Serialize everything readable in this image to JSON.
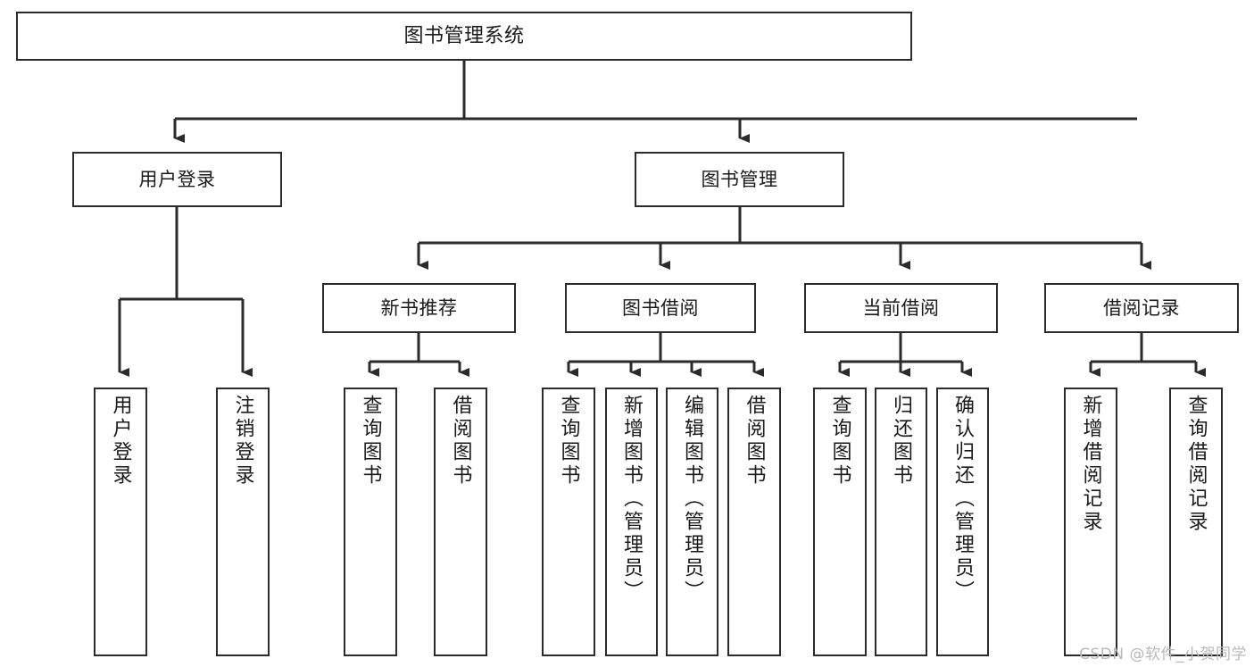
{
  "diagram": {
    "title": "图书管理系统",
    "type": "tree-hierarchy-chart",
    "watermark": "CSDN @软件_小贺同学",
    "colors": {
      "stroke": "#2b2b2b",
      "fill": "#ffffff",
      "text": "#1a1a1a",
      "watermark": "#b9b9b9"
    }
  },
  "nodes": {
    "root": {
      "label": "图书管理系统"
    },
    "level2": [
      {
        "label": "用户登录"
      },
      {
        "label": "图书管理"
      }
    ],
    "level3": [
      {
        "label": "新书推荐"
      },
      {
        "label": "图书借阅"
      },
      {
        "label": "当前借阅"
      },
      {
        "label": "借阅记录"
      }
    ],
    "leaves": {
      "user_login": [
        {
          "label": "用户登录"
        },
        {
          "label": "注销登录"
        }
      ],
      "new_book": [
        {
          "label": "查询图书"
        },
        {
          "label": "借阅图书"
        }
      ],
      "book_borrow": [
        {
          "label": "查询图书"
        },
        {
          "label": "新增图书（管理员）"
        },
        {
          "label": "编辑图书（管理员）"
        },
        {
          "label": "借阅图书"
        }
      ],
      "current_borrow": [
        {
          "label": "查询图书"
        },
        {
          "label": "归还图书"
        },
        {
          "label": "确认归还（管理员）"
        }
      ],
      "borrow_record": [
        {
          "label": "新增借阅记录"
        },
        {
          "label": "查询借阅记录"
        }
      ]
    }
  }
}
